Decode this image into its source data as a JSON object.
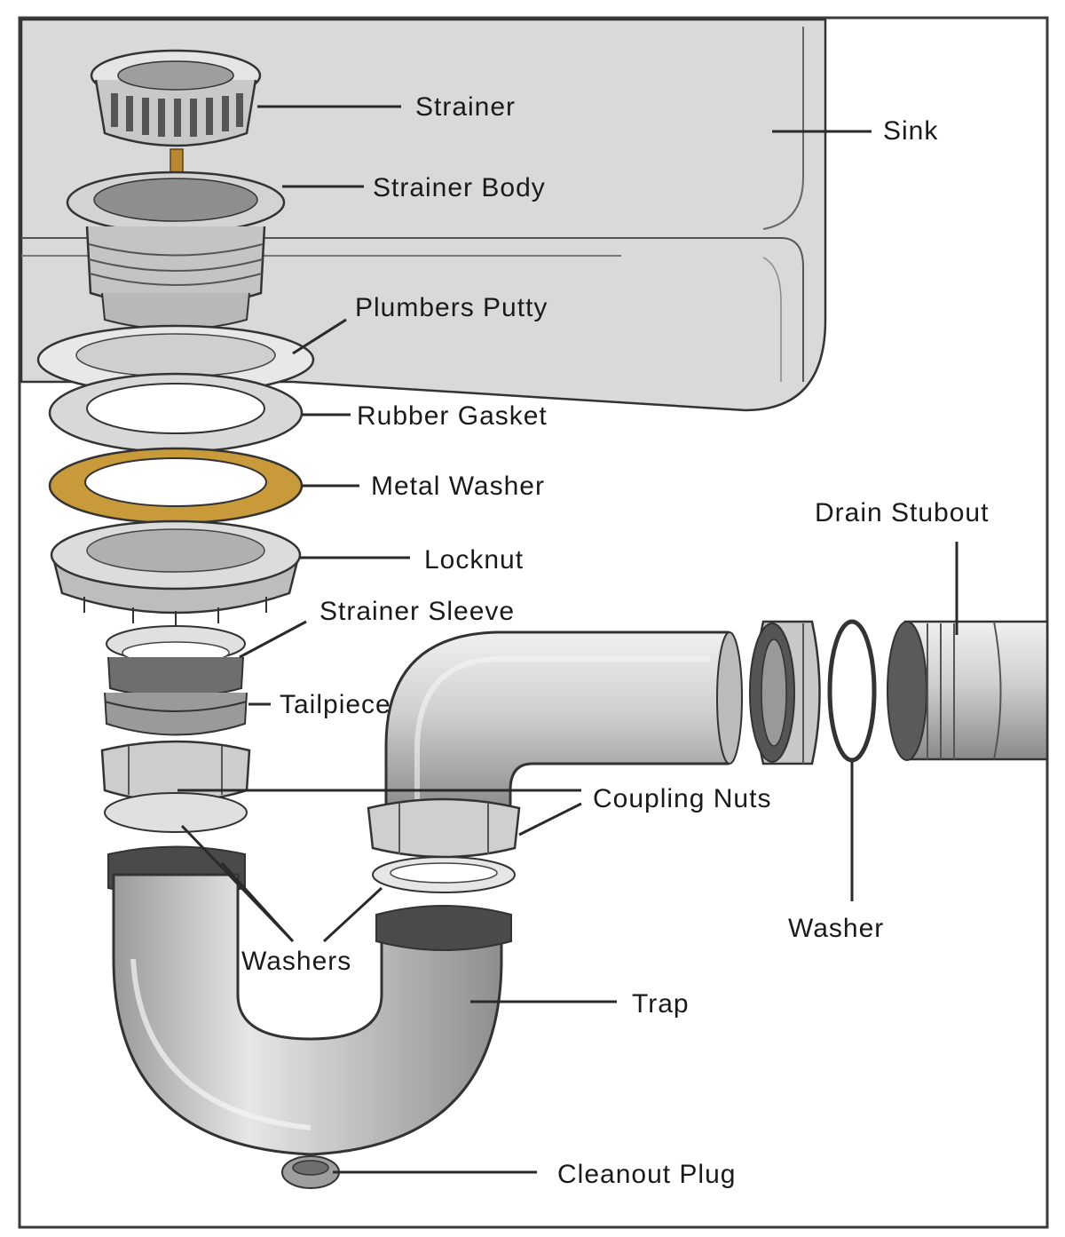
{
  "colors": {
    "background": "#ffffff",
    "frame": "#3a3a3a",
    "sink_fill": "#d9d9d9",
    "metal_light": "#e2e2e2",
    "metal_mid": "#bdbdbd",
    "metal_dark": "#6e6e6e",
    "rubber_dark": "#4a4a4a",
    "washer_gold": "#c99a3a",
    "line": "#2a2a2a"
  },
  "labels": {
    "strainer": "Strainer",
    "sink": "Sink",
    "strainer_body": "Strainer Body",
    "plumbers_putty": "Plumbers Putty",
    "rubber_gasket": "Rubber Gasket",
    "metal_washer": "Metal Washer",
    "drain_stubout": "Drain Stubout",
    "locknut": "Locknut",
    "strainer_sleeve": "Strainer Sleeve",
    "tailpiece": "Tailpiece",
    "coupling_nuts": "Coupling Nuts",
    "washer": "Washer",
    "washers": "Washers",
    "trap": "Trap",
    "cleanout_plug": "Cleanout Plug"
  }
}
